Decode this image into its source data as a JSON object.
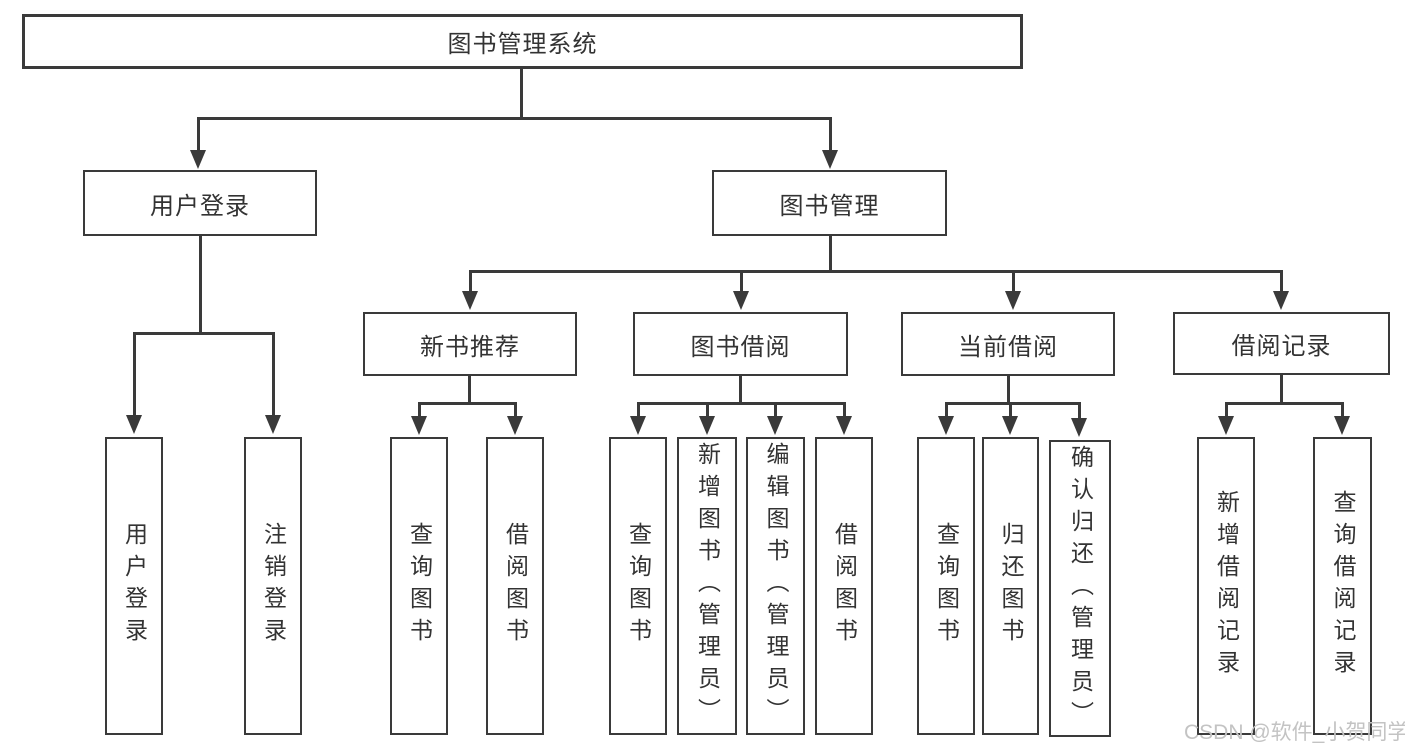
{
  "diagram": {
    "root": {
      "label": "图书管理系统"
    },
    "level1": [
      {
        "label": "用户登录",
        "children": [
          {
            "label": "用户登录"
          },
          {
            "label": "注销登录"
          }
        ]
      },
      {
        "label": "图书管理",
        "children": [
          {
            "label": "新书推荐",
            "children": [
              {
                "label": "查询图书"
              },
              {
                "label": "借阅图书"
              }
            ]
          },
          {
            "label": "图书借阅",
            "children": [
              {
                "label": "查询图书"
              },
              {
                "label": "新增图书（管理员）"
              },
              {
                "label": "编辑图书（管理员）"
              },
              {
                "label": "借阅图书"
              }
            ]
          },
          {
            "label": "当前借阅",
            "children": [
              {
                "label": "查询图书"
              },
              {
                "label": "归还图书"
              },
              {
                "label": "确认归还（管理员）"
              }
            ]
          },
          {
            "label": "借阅记录",
            "children": [
              {
                "label": "新增借阅记录"
              },
              {
                "label": "查询借阅记录"
              }
            ]
          }
        ]
      }
    ]
  },
  "watermark": {
    "text": "CSDN @软件_小贺同学"
  },
  "colors": {
    "line": "#3a3a3a",
    "text": "#333333",
    "watermark": "#c3c3c3"
  }
}
